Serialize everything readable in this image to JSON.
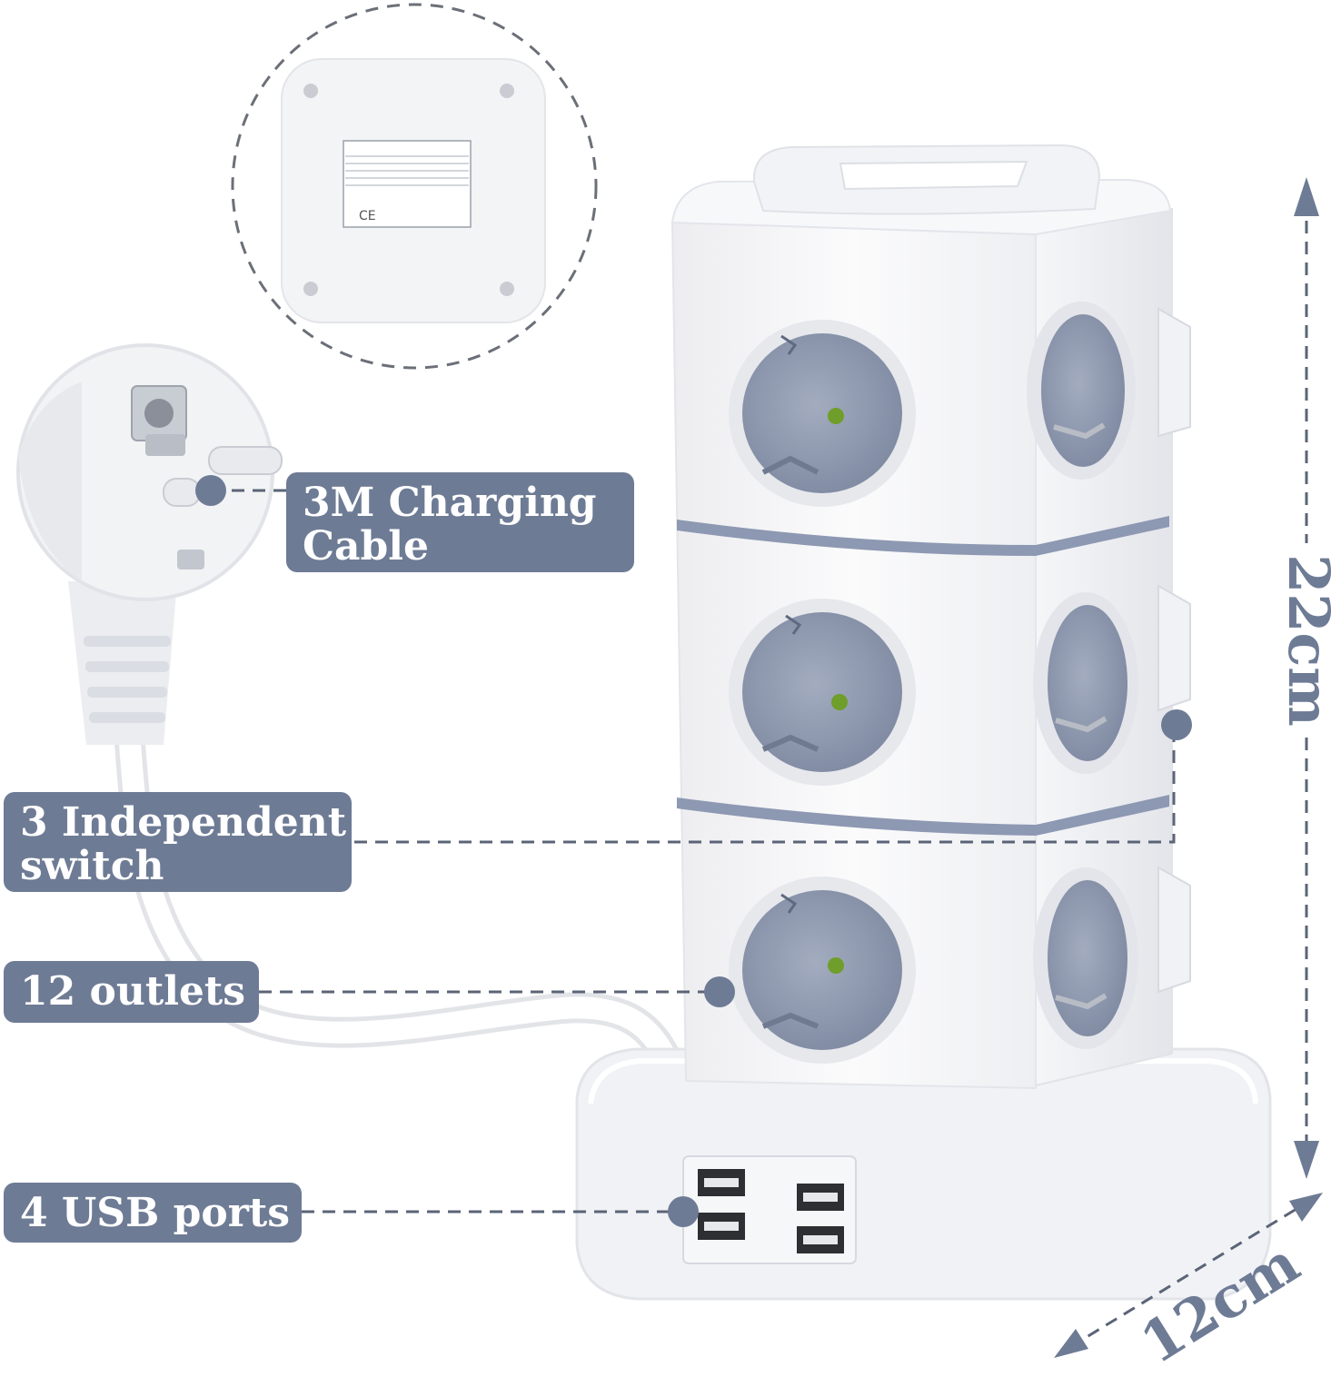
{
  "colors": {
    "accent": "#6e7b95",
    "socket": "#8e98ae",
    "body": "#f4f5f7",
    "indicator": "#6f9e2a"
  },
  "callouts": {
    "cable": {
      "line1": "3M Charging",
      "line2": "Cable"
    },
    "switch": {
      "line1": "3 Independent",
      "line2": "switch"
    },
    "outlets": {
      "line1": "12 outlets"
    },
    "usb": {
      "line1": "4 USB ports"
    }
  },
  "dimensions": {
    "height": "22cm",
    "width": "12cm"
  },
  "label": {
    "ce_mark": "CE"
  }
}
